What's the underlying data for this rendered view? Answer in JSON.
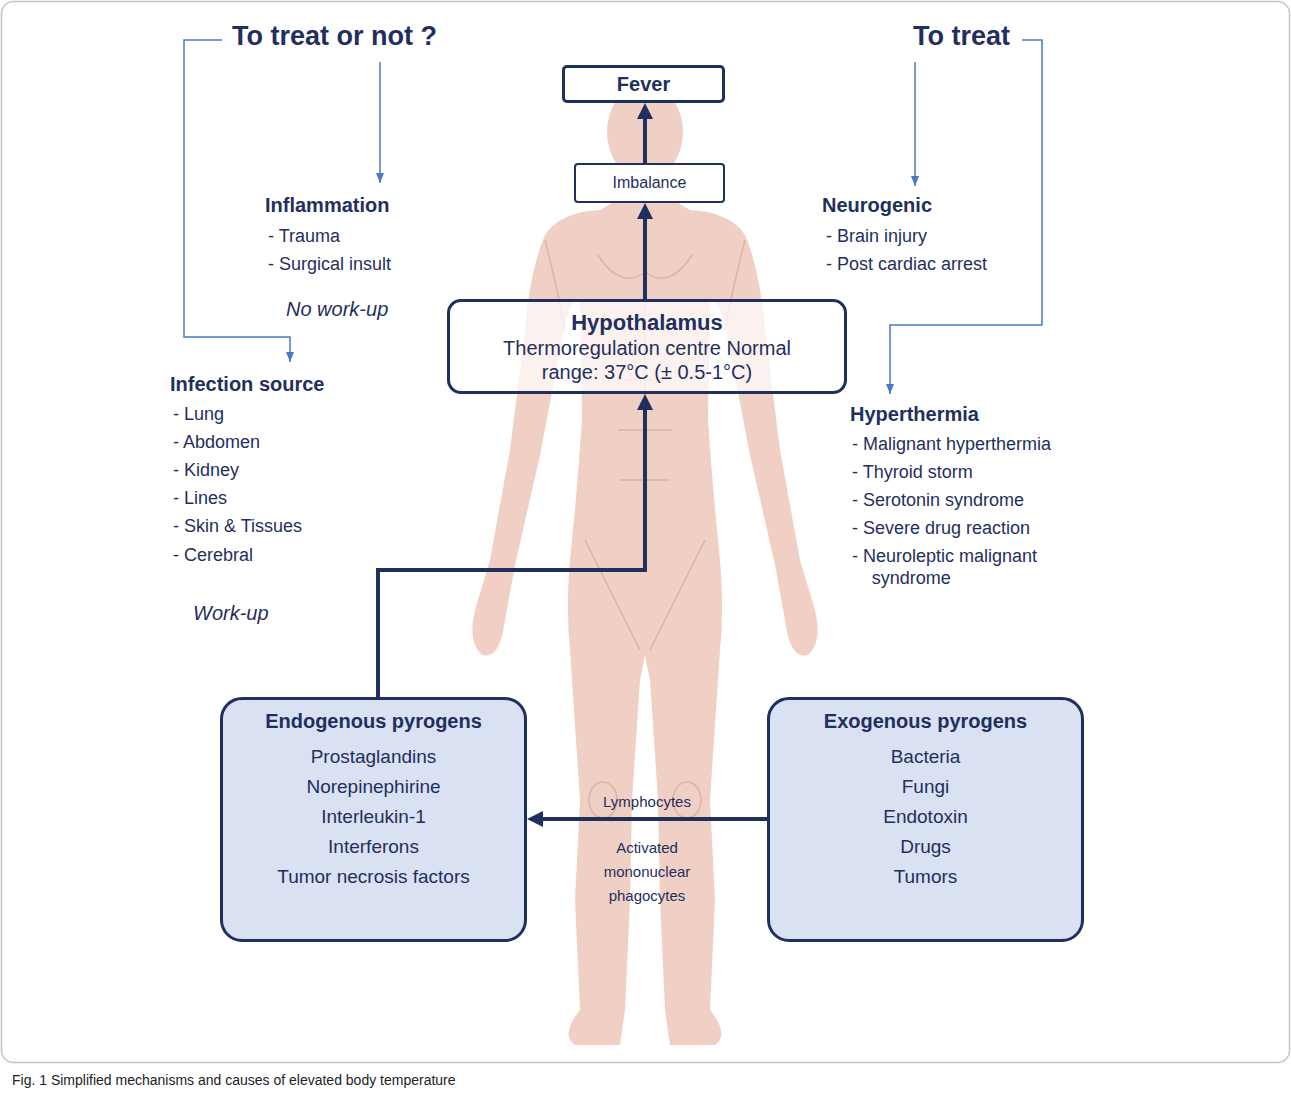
{
  "diagram": {
    "caption": "Fig. 1 Simplified mechanisms and causes of elevated body temperature",
    "nodes": [
      {
        "text": [
          "Fever"
        ]
      },
      {
        "text": [
          "Imbalance"
        ]
      },
      {
        "text": [
          "Hypothalamus",
          "Thermoregulation centre Normal range: 37°C (± 0.5-1°C)"
        ]
      },
      {
        "text": [
          "Endogenous pyrogens",
          "Prostaglandins",
          "Norepinephirine",
          "Interleukin-1",
          "Interferons",
          "Tumor necrosis factors"
        ]
      },
      {
        "text": [
          "Exogenous pyrogens",
          "Bacteria",
          "Fungi",
          "Endotoxin",
          "Drugs",
          "Tumors"
        ]
      }
    ],
    "edges": [
      {
        "from": 1,
        "to": 0,
        "arrow": "to"
      },
      {
        "from": 2,
        "to": 1,
        "arrow": "to"
      },
      {
        "from": 3,
        "to": 2,
        "arrow": "to"
      },
      {
        "from": 4,
        "to": 3,
        "arrow": "to",
        "label": "Lymphocytes"
      }
    ],
    "labels": [
      "To treat or not ?",
      "Inflammation",
      "- Trauma",
      "- Surgical insult",
      "No work-up",
      "Infection source",
      "- Lung",
      "- Abdomen",
      "- Kidney",
      "- Lines",
      "- Skin & Tissues",
      "- Cerebral",
      "Work-up",
      "To treat",
      "Neurogenic",
      "- Brain injury",
      "- Post cardiac arrest",
      "Hyperthermia",
      "- Malignant hyperthermia",
      "- Thyroid storm",
      "- Serotonin syndrome",
      "- Severe drug reaction",
      "- Neuroleptic malignant syndrome",
      "Activated mononuclear phagocytes"
    ]
  }
}
